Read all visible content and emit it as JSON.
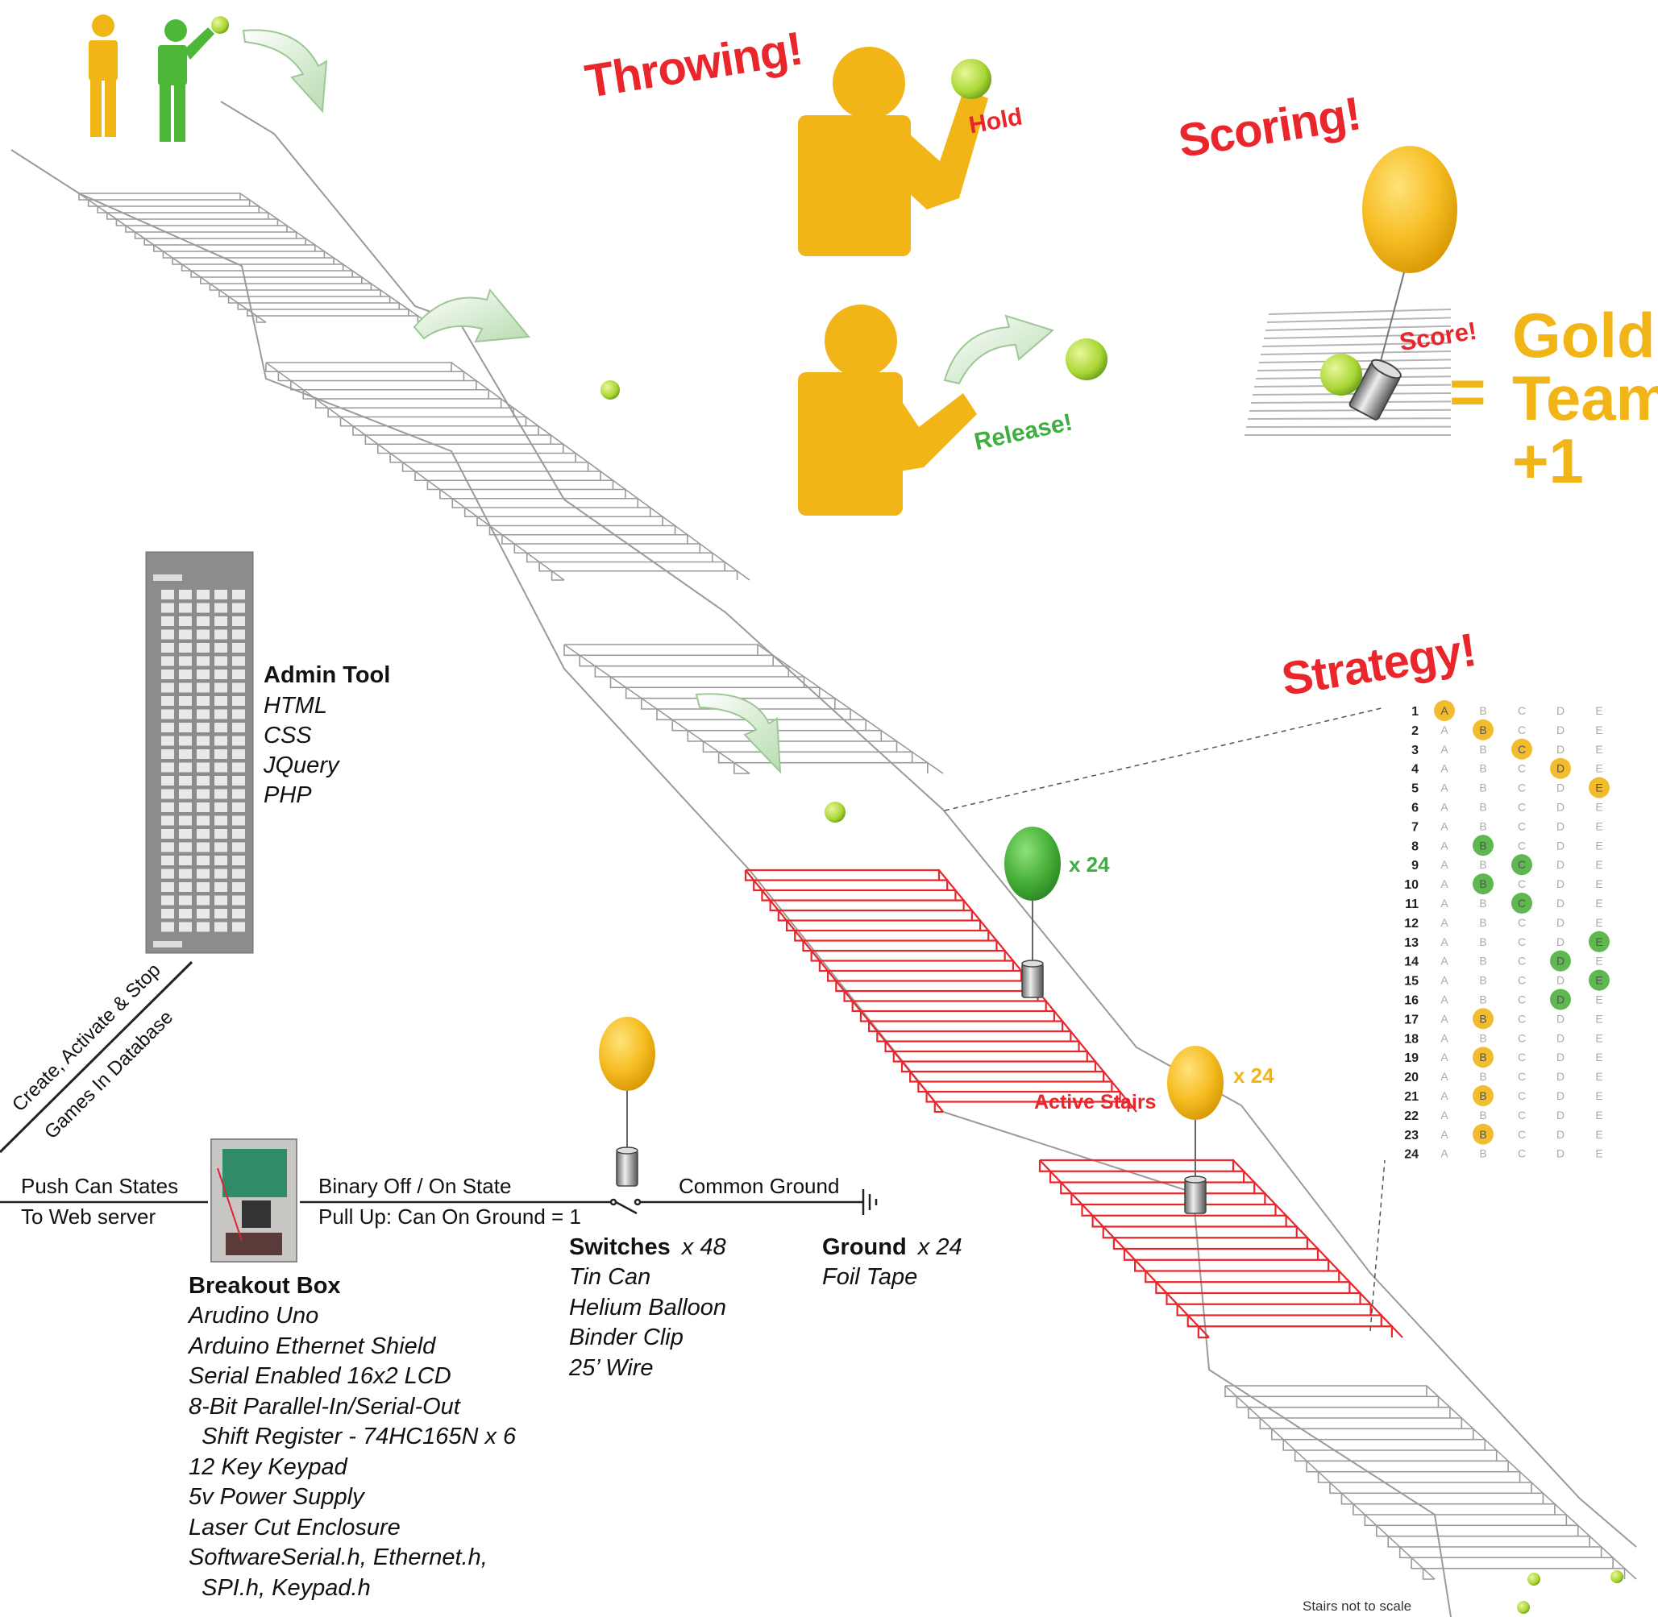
{
  "headings": {
    "throwing": "Throwing!",
    "scoring": "Scoring!",
    "strategy": "Strategy!"
  },
  "throwing": {
    "hold_label": "Hold",
    "release_label": "Release!"
  },
  "scoring": {
    "score_label": "Score!",
    "equals": "=",
    "result_lines": [
      "Gold",
      "Team",
      "+1"
    ]
  },
  "admin_tool": {
    "title": "Admin Tool",
    "items": [
      "HTML",
      "CSS",
      "JQuery",
      "PHP"
    ],
    "link_label_line1": "Create, Activate & Stop",
    "link_label_line2": "Games In Database"
  },
  "breakout_box": {
    "title": "Breakout Box",
    "items": [
      "Arudino Uno",
      "Arduino Ethernet Shield",
      "Serial Enabled 16x2 LCD",
      "8-Bit Parallel-In/Serial-Out",
      "  Shift Register - 74HC165N x 6",
      "12 Key Keypad",
      "5v Power Supply",
      "Laser Cut Enclosure",
      "SoftwareSerial.h, Ethernet.h,",
      "  SPI.h, Keypad.h"
    ]
  },
  "wires": {
    "left_line1": "Push Can States",
    "left_line2": "To Web server",
    "mid_line1": "Binary Off / On State",
    "mid_line2": "Pull Up: Can On Ground = 1",
    "right_line1": "Common Ground"
  },
  "switches": {
    "title": "Switches",
    "qty": "x 48",
    "items": [
      "Tin Can",
      "Helium Balloon",
      "Binder Clip",
      "25’ Wire"
    ]
  },
  "ground": {
    "title": "Ground",
    "qty": "x 24",
    "items": [
      "Foil Tape"
    ]
  },
  "stairs": {
    "active_label": "Active Stairs",
    "green_qty": "x 24",
    "gold_qty": "x 24",
    "footnote": "Stairs not to scale"
  },
  "strategy_grid": {
    "columns": [
      "A",
      "B",
      "C",
      "D",
      "E"
    ],
    "rows": [
      1,
      2,
      3,
      4,
      5,
      6,
      7,
      8,
      9,
      10,
      11,
      12,
      13,
      14,
      15,
      16,
      17,
      18,
      19,
      20,
      21,
      22,
      23,
      24
    ],
    "highlights": [
      {
        "row": 1,
        "col": "A",
        "team": "gold"
      },
      {
        "row": 2,
        "col": "B",
        "team": "gold"
      },
      {
        "row": 3,
        "col": "C",
        "team": "gold"
      },
      {
        "row": 4,
        "col": "D",
        "team": "gold"
      },
      {
        "row": 5,
        "col": "E",
        "team": "gold"
      },
      {
        "row": 8,
        "col": "B",
        "team": "green"
      },
      {
        "row": 9,
        "col": "C",
        "team": "green"
      },
      {
        "row": 10,
        "col": "B",
        "team": "green"
      },
      {
        "row": 11,
        "col": "C",
        "team": "green"
      },
      {
        "row": 13,
        "col": "E",
        "team": "green"
      },
      {
        "row": 14,
        "col": "D",
        "team": "green"
      },
      {
        "row": 15,
        "col": "E",
        "team": "green"
      },
      {
        "row": 16,
        "col": "D",
        "team": "green"
      },
      {
        "row": 17,
        "col": "B",
        "team": "gold"
      },
      {
        "row": 19,
        "col": "B",
        "team": "gold"
      },
      {
        "row": 21,
        "col": "B",
        "team": "gold"
      },
      {
        "row": 23,
        "col": "B",
        "team": "gold"
      }
    ]
  },
  "colors": {
    "gold": "#f2b517",
    "green": "#4caf3c",
    "red": "#e8262b",
    "ball": "#b6dd3a",
    "stair_line": "#9a9a9a"
  }
}
